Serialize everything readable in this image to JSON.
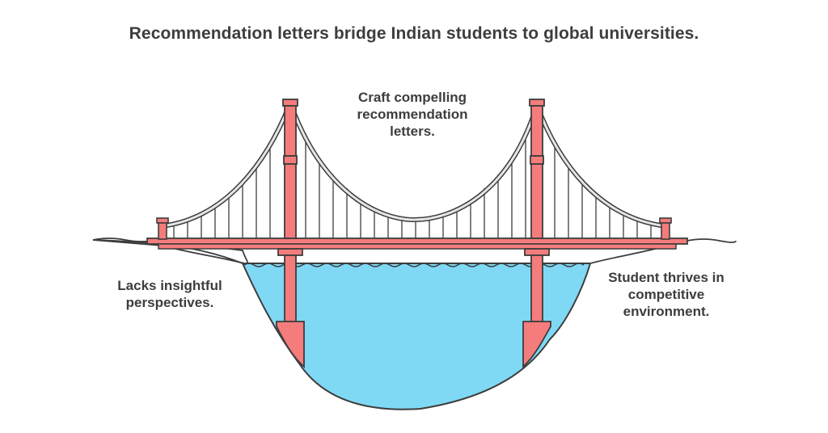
{
  "title": "Recommendation letters bridge Indian students to global universities.",
  "labels": {
    "top": "Craft compelling\nrecommendation\nletters.",
    "left": "Lacks insightful\nperspectives.",
    "right": "Student thrives in\ncompetitive\nenvironment."
  },
  "colors": {
    "tower_fill": "#f47c7c",
    "tower_stroke": "#3d3d3d",
    "water": "#7fd9f5",
    "cable": "#e6e6e6",
    "text": "#3d3d3d"
  }
}
